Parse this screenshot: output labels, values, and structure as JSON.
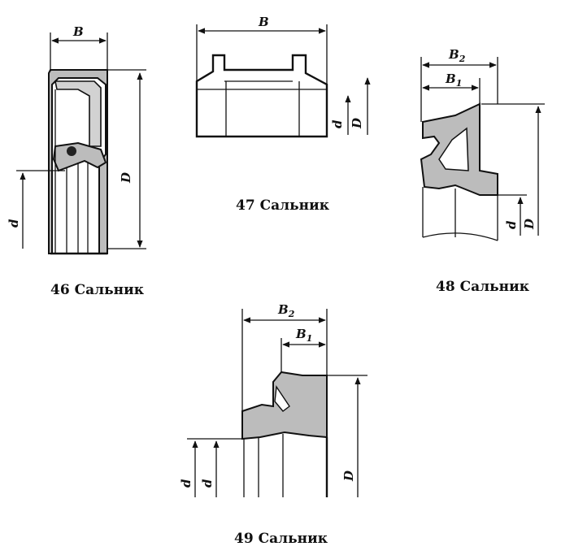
{
  "figures": [
    {
      "caption": "46 Сальник",
      "dims": {
        "width": "B",
        "inner": "d",
        "outer": "D"
      }
    },
    {
      "caption": "47 Сальник",
      "dims": {
        "width": "B",
        "inner": "d",
        "outer": "D"
      }
    },
    {
      "caption": "48 Сальник",
      "dims": {
        "width_total": "B",
        "width_total_sub": "2",
        "width_lip": "B",
        "width_lip_sub": "1",
        "inner": "d",
        "outer": "D"
      }
    },
    {
      "caption": "49 Сальник",
      "dims": {
        "width_total": "B",
        "width_total_sub": "2",
        "width_lip": "B",
        "width_lip_sub": "1",
        "inner1": "d",
        "inner2": "d",
        "outer": "D"
      }
    }
  ],
  "colors": {
    "line": "#111111",
    "section_fill": "#bcbcbc",
    "background": "#ffffff"
  }
}
